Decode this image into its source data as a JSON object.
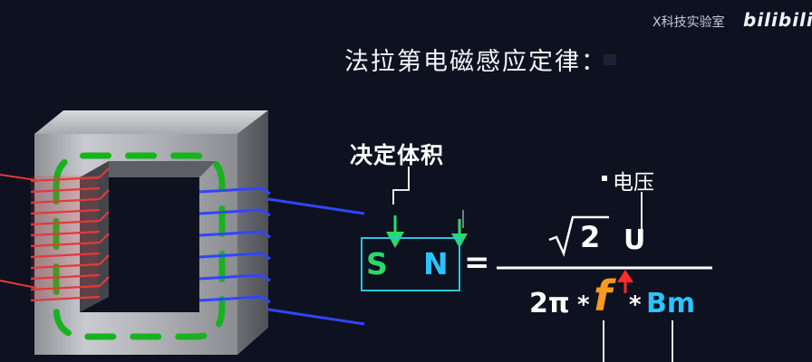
{
  "header": {
    "watermark_text": "X科技实验室",
    "logo_text": "bilibili"
  },
  "slide": {
    "title": "法拉第电磁感应定律：",
    "determine_volume_label": "决定体积",
    "voltage_label": "电压"
  },
  "formula": {
    "lhs_s": "S",
    "lhs_n": "N",
    "equals": "=",
    "sqrt_value": "2",
    "numerator_var": "U",
    "denominator_prefix": "2π",
    "multiply_1": "*",
    "frequency_var": "f",
    "multiply_2": "*",
    "flux_var": "Bm"
  },
  "colors": {
    "background": "#0e1120",
    "primary_coil": "#e23a3a",
    "secondary_coil": "#2f46ff",
    "flux_path": "#19b21f",
    "s_color": "#29d96a",
    "n_color": "#29c4ff",
    "box_border": "#26c6d9",
    "f_color": "#f79b1c",
    "arrow_red": "#ff2a2a"
  }
}
